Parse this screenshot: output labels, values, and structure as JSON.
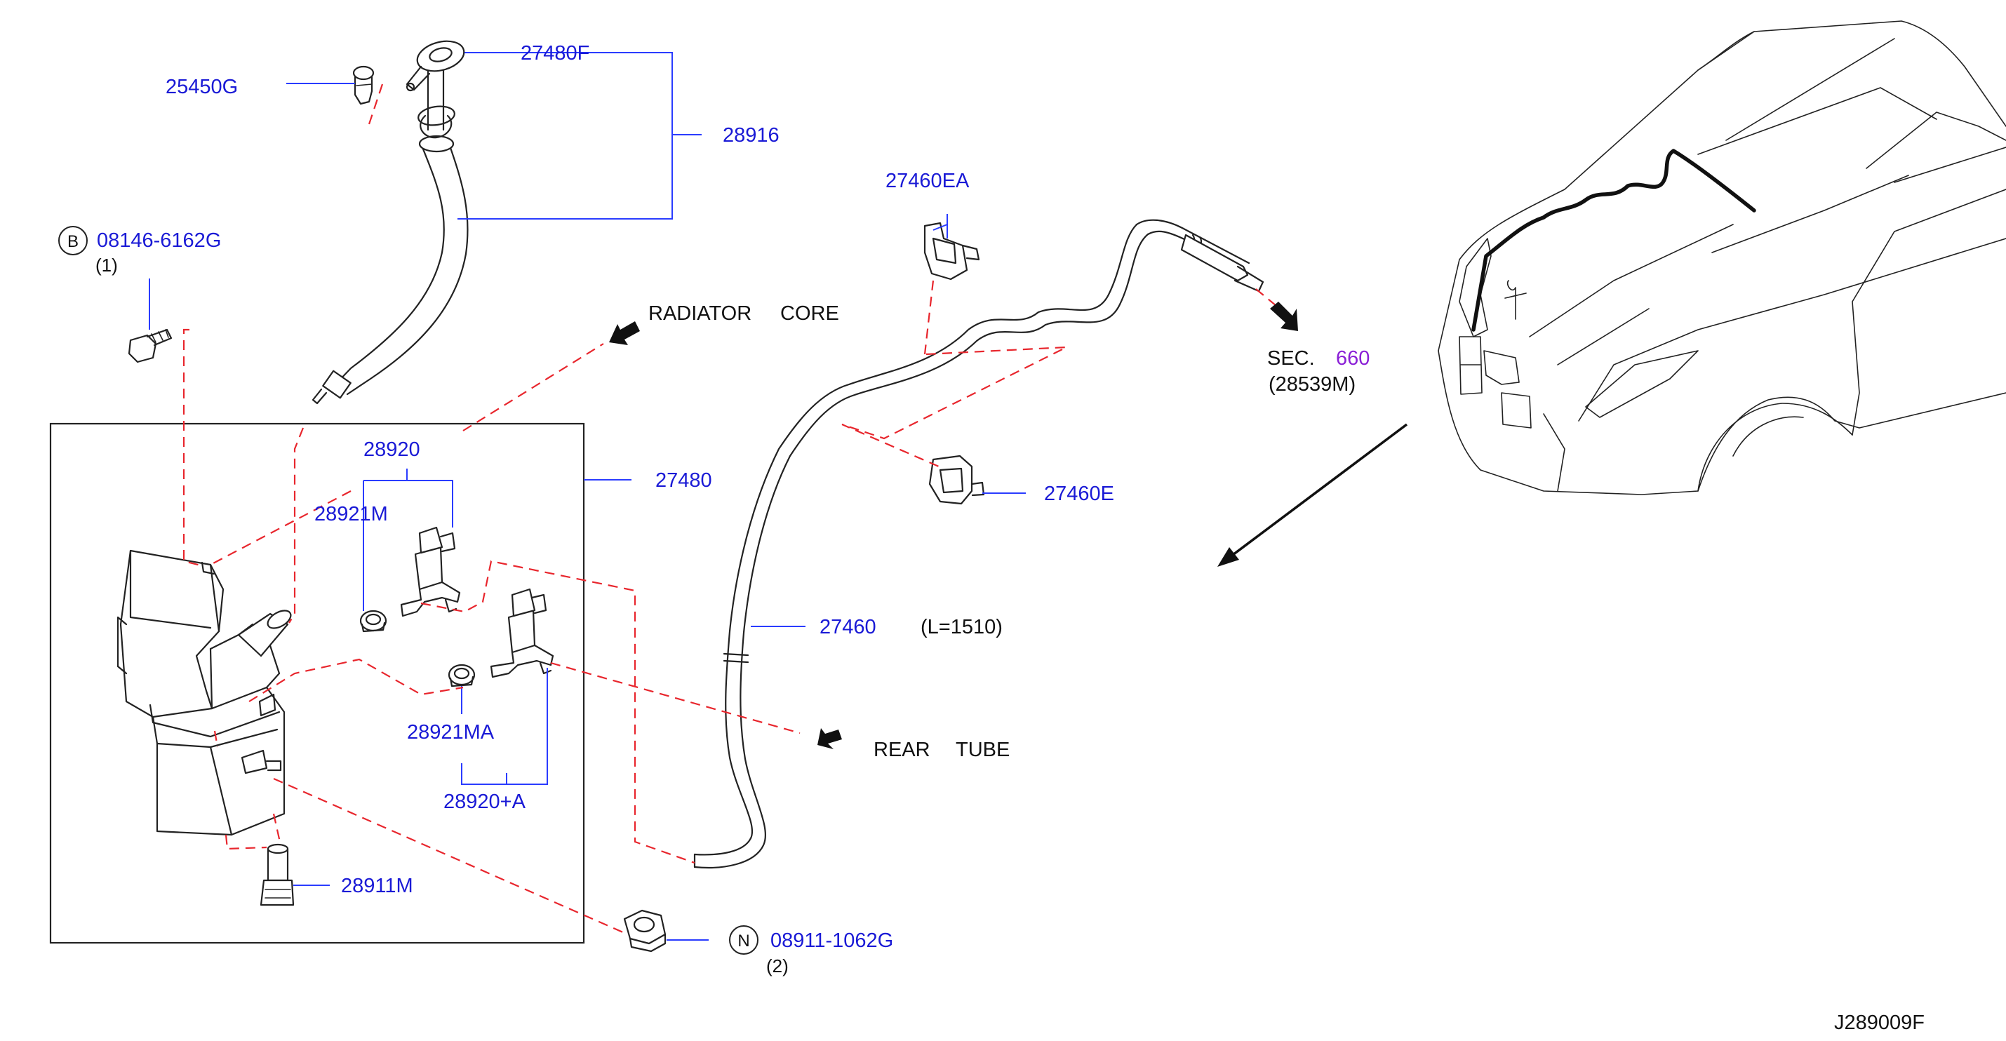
{
  "labels": {
    "p25450G": "25450G",
    "p27480F": "27480F",
    "p28916": "28916",
    "p08146": "08146-6162G",
    "p08146_qty": "(1)",
    "badge_b": "B",
    "radiator": "RADIATOR",
    "radiator_core": "CORE",
    "p27460EA": "27460EA",
    "p28920": "28920",
    "p28921M": "28921M",
    "p27480": "27480",
    "p27460E": "27460E",
    "p27460": "27460",
    "length": "(L=1510)",
    "p28921MA": "28921MA",
    "rear": "REAR",
    "rear_tube": "TUBE",
    "p28920A": "28920+A",
    "p28911M": "28911M",
    "badge_n": "N",
    "p08911": "08911-1062G",
    "p08911_qty": "(2)",
    "sec": "SEC.",
    "sec_num": "660",
    "sec_ref": "(28539M)",
    "diagram_id": "J289009F"
  },
  "colors": {
    "part_number": "#1a1ad6",
    "dashed_leader": "#e8262d",
    "section_ref": "#8a1fd6",
    "outline": "#222222"
  }
}
